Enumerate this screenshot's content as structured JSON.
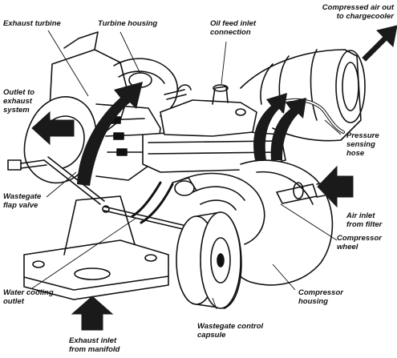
{
  "labels": {
    "exhaust_turbine": "Exhaust turbine",
    "turbine_housing": "Turbine housing",
    "oil_feed": [
      "Oil feed inlet",
      "connection"
    ],
    "compressed_air": [
      "Compressed air out",
      "to chargecooler"
    ],
    "outlet_exhaust": [
      "Outlet to",
      "exhaust",
      "system"
    ],
    "pressure_hose": [
      "Pressure",
      "sensing",
      "hose"
    ],
    "wastegate_flap": [
      "Wastegate",
      "flap valve"
    ],
    "air_inlet": [
      "Air inlet",
      "from filter"
    ],
    "compressor_wheel": [
      "Compressor",
      "wheel"
    ],
    "water_cooling": [
      "Water cooling",
      "outlet"
    ],
    "compressor_housing": [
      "Compressor",
      "housing"
    ],
    "wastegate_capsule": [
      "Wastegate control",
      "capsule"
    ],
    "exhaust_inlet": [
      "Exhaust inlet",
      "from manifold"
    ]
  },
  "colors": {
    "ink": "#111111",
    "paper": "#ffffff",
    "arrow_fill": "#1a1a1a"
  },
  "icons": {
    "flow_arrow": "block-arrow",
    "leader": "leader-line"
  }
}
